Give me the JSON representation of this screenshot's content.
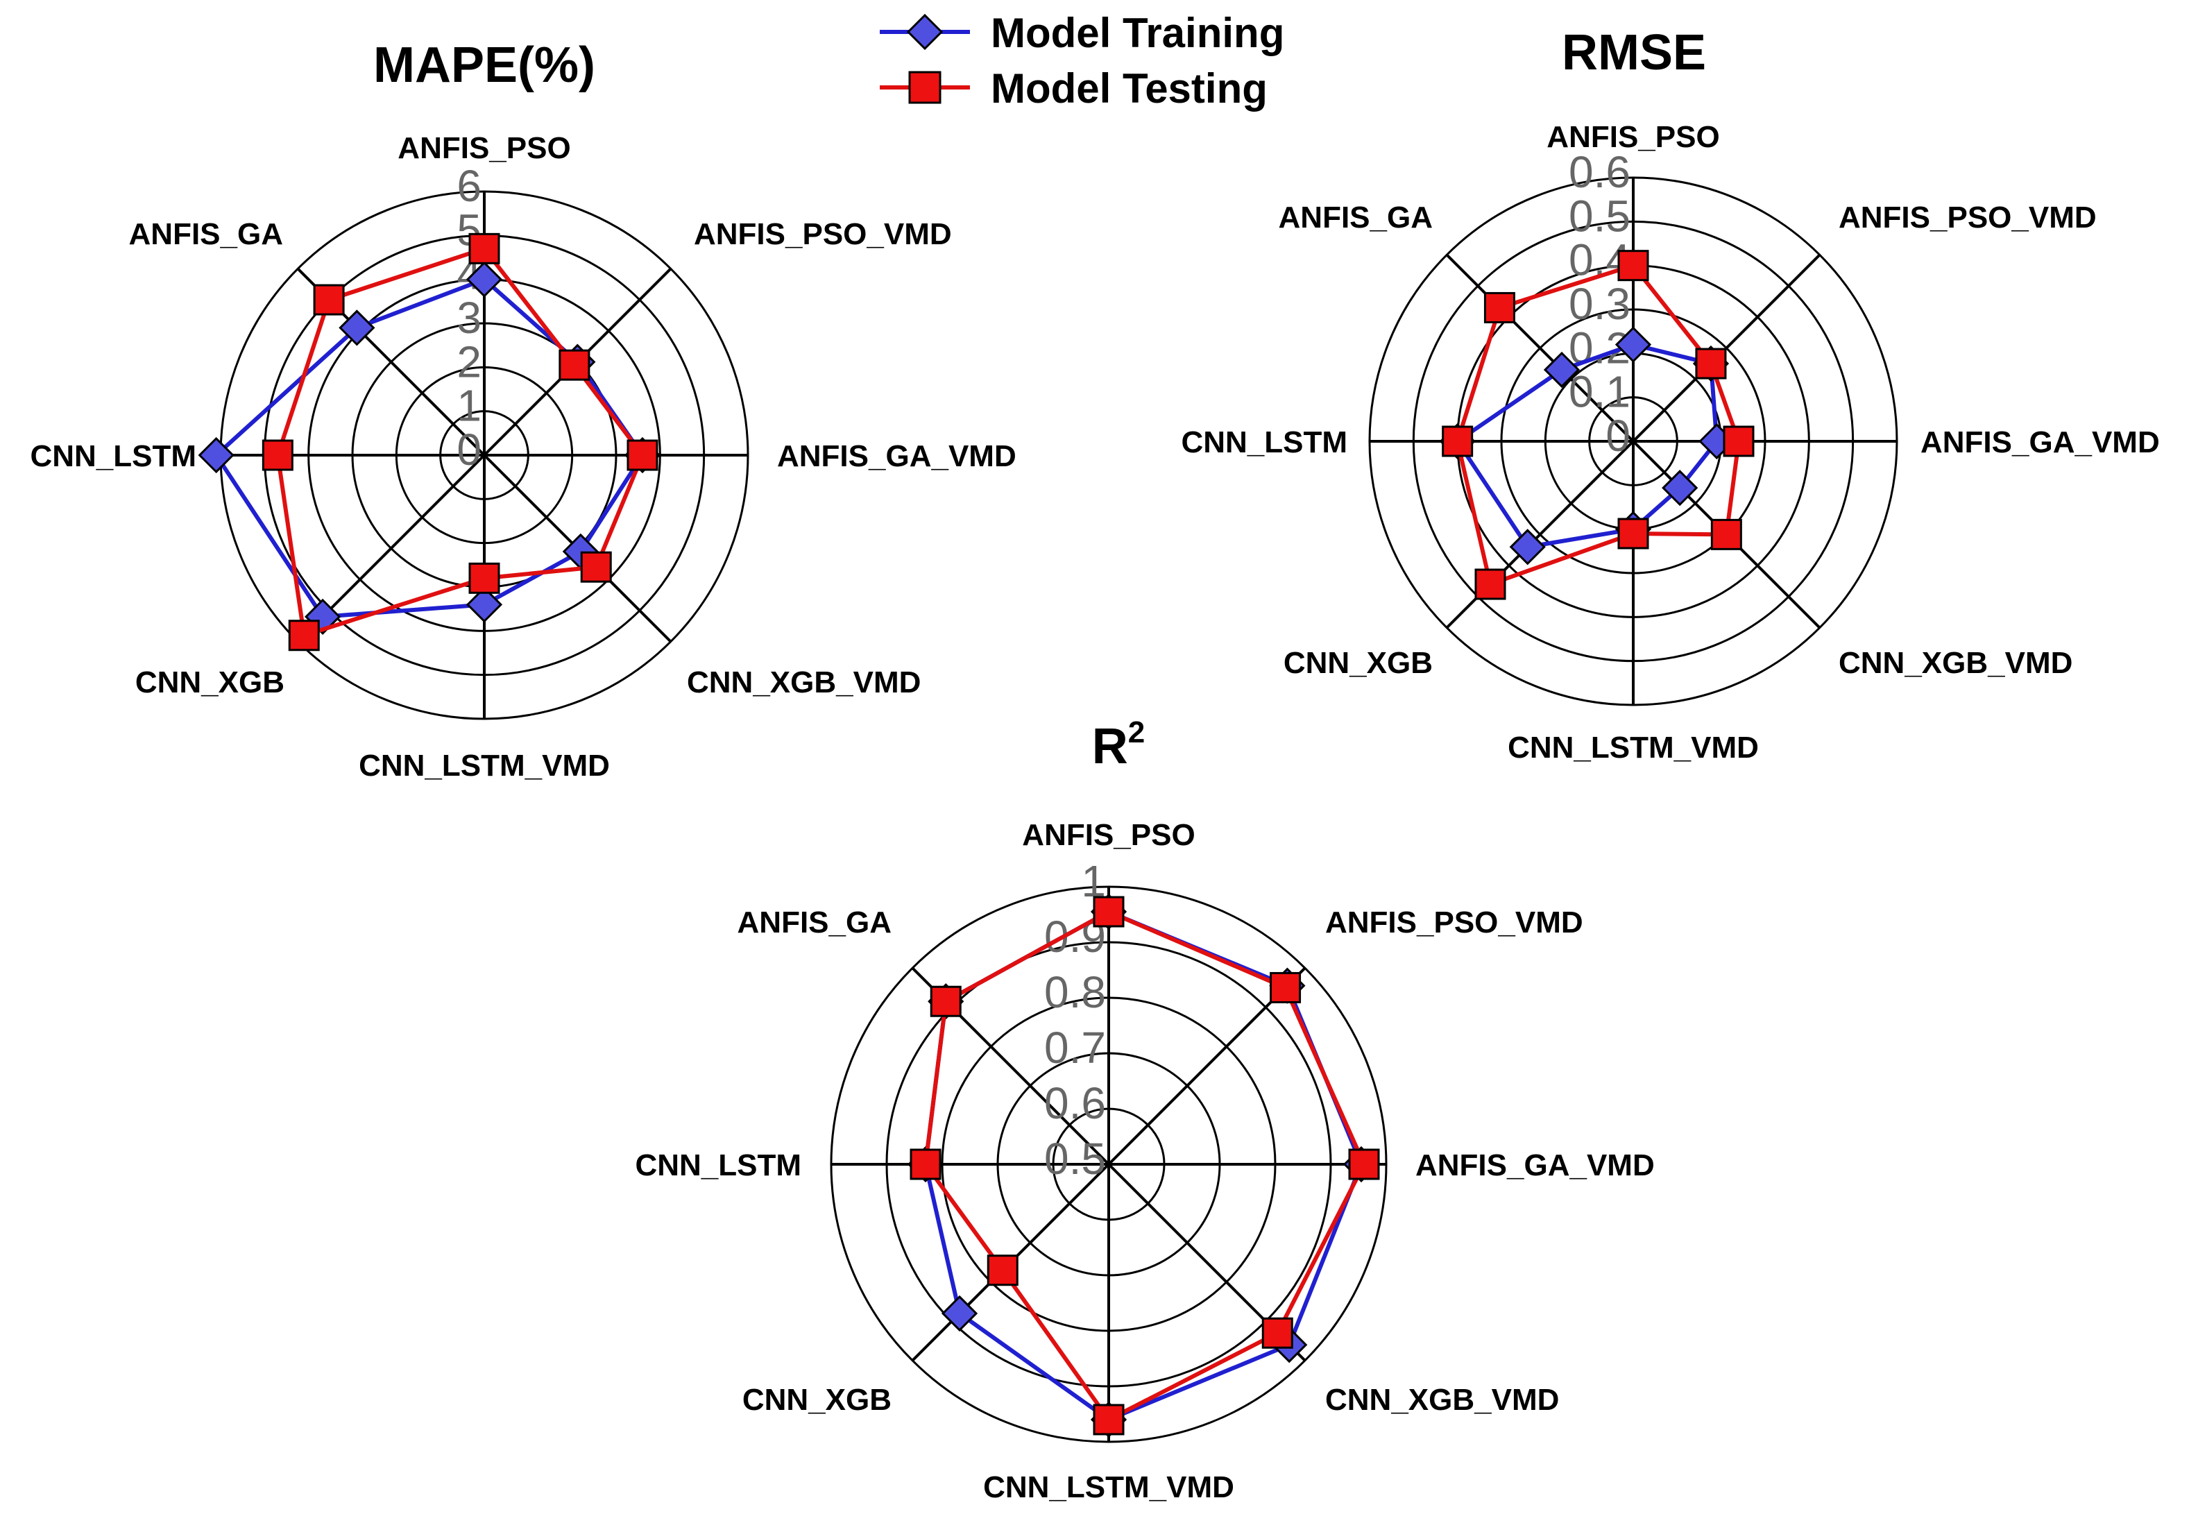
{
  "legend": {
    "training_label": "Model Training",
    "testing_label": "Model Testing"
  },
  "colors": {
    "training": "#2020d0",
    "training_marker": "#5050e0",
    "testing": "#e01010",
    "testing_marker": "#ee1111"
  },
  "chart_data": [
    {
      "type": "radar",
      "title": "MAPE(%)",
      "categories": [
        "ANFIS_PSO",
        "ANFIS_PSO_VMD",
        "ANFIS_GA_VMD",
        "CNN_XGB_VMD",
        "CNN_LSTM_VMD",
        "CNN_XGB",
        "CNN_LSTM",
        "ANFIS_GA"
      ],
      "rlim": [
        0,
        6
      ],
      "ticks": [
        0,
        1,
        2,
        3,
        4,
        5,
        6
      ],
      "tick_labels": [
        "0",
        "1",
        "2",
        "3",
        "4",
        "5",
        "6"
      ],
      "series": [
        {
          "name": "Model Training",
          "values": [
            4.0,
            3.0,
            3.6,
            3.1,
            3.4,
            5.2,
            6.1,
            4.1
          ]
        },
        {
          "name": "Model Testing",
          "values": [
            4.7,
            2.9,
            3.6,
            3.6,
            2.8,
            5.8,
            4.7,
            5.0
          ]
        }
      ]
    },
    {
      "type": "radar",
      "title": "RMSE",
      "categories": [
        "ANFIS_PSO",
        "ANFIS_PSO_VMD",
        "ANFIS_GA_VMD",
        "CNN_XGB_VMD",
        "CNN_LSTM_VMD",
        "CNN_XGB",
        "CNN_LSTM",
        "ANFIS_GA"
      ],
      "rlim": [
        0,
        0.6
      ],
      "ticks": [
        0,
        0.1,
        0.2,
        0.3,
        0.4,
        0.5,
        0.6
      ],
      "tick_labels": [
        "0",
        "0.1",
        "0.2",
        "0.3",
        "0.4",
        "0.5",
        "0.6"
      ],
      "series": [
        {
          "name": "Model Training",
          "values": [
            0.22,
            0.25,
            0.19,
            0.15,
            0.2,
            0.34,
            0.4,
            0.23
          ]
        },
        {
          "name": "Model Testing",
          "values": [
            0.4,
            0.25,
            0.24,
            0.3,
            0.21,
            0.46,
            0.4,
            0.43
          ]
        }
      ]
    },
    {
      "type": "radar",
      "title": "R",
      "title_sup": "2",
      "categories": [
        "ANFIS_PSO",
        "ANFIS_PSO_VMD",
        "ANFIS_GA_VMD",
        "CNN_XGB_VMD",
        "CNN_LSTM_VMD",
        "CNN_XGB",
        "CNN_LSTM",
        "ANFIS_GA"
      ],
      "rlim": [
        0.5,
        1.0
      ],
      "ticks": [
        0.5,
        0.6,
        0.7,
        0.8,
        0.9,
        1.0
      ],
      "tick_labels": [
        "0.5",
        "0.6",
        "0.7",
        "0.8",
        "0.9",
        "1"
      ],
      "series": [
        {
          "name": "Model Training",
          "values": [
            0.955,
            0.955,
            0.955,
            0.96,
            0.96,
            0.88,
            0.83,
            0.915
          ]
        },
        {
          "name": "Model Testing",
          "values": [
            0.955,
            0.95,
            0.96,
            0.93,
            0.96,
            0.77,
            0.83,
            0.915
          ]
        }
      ]
    }
  ]
}
